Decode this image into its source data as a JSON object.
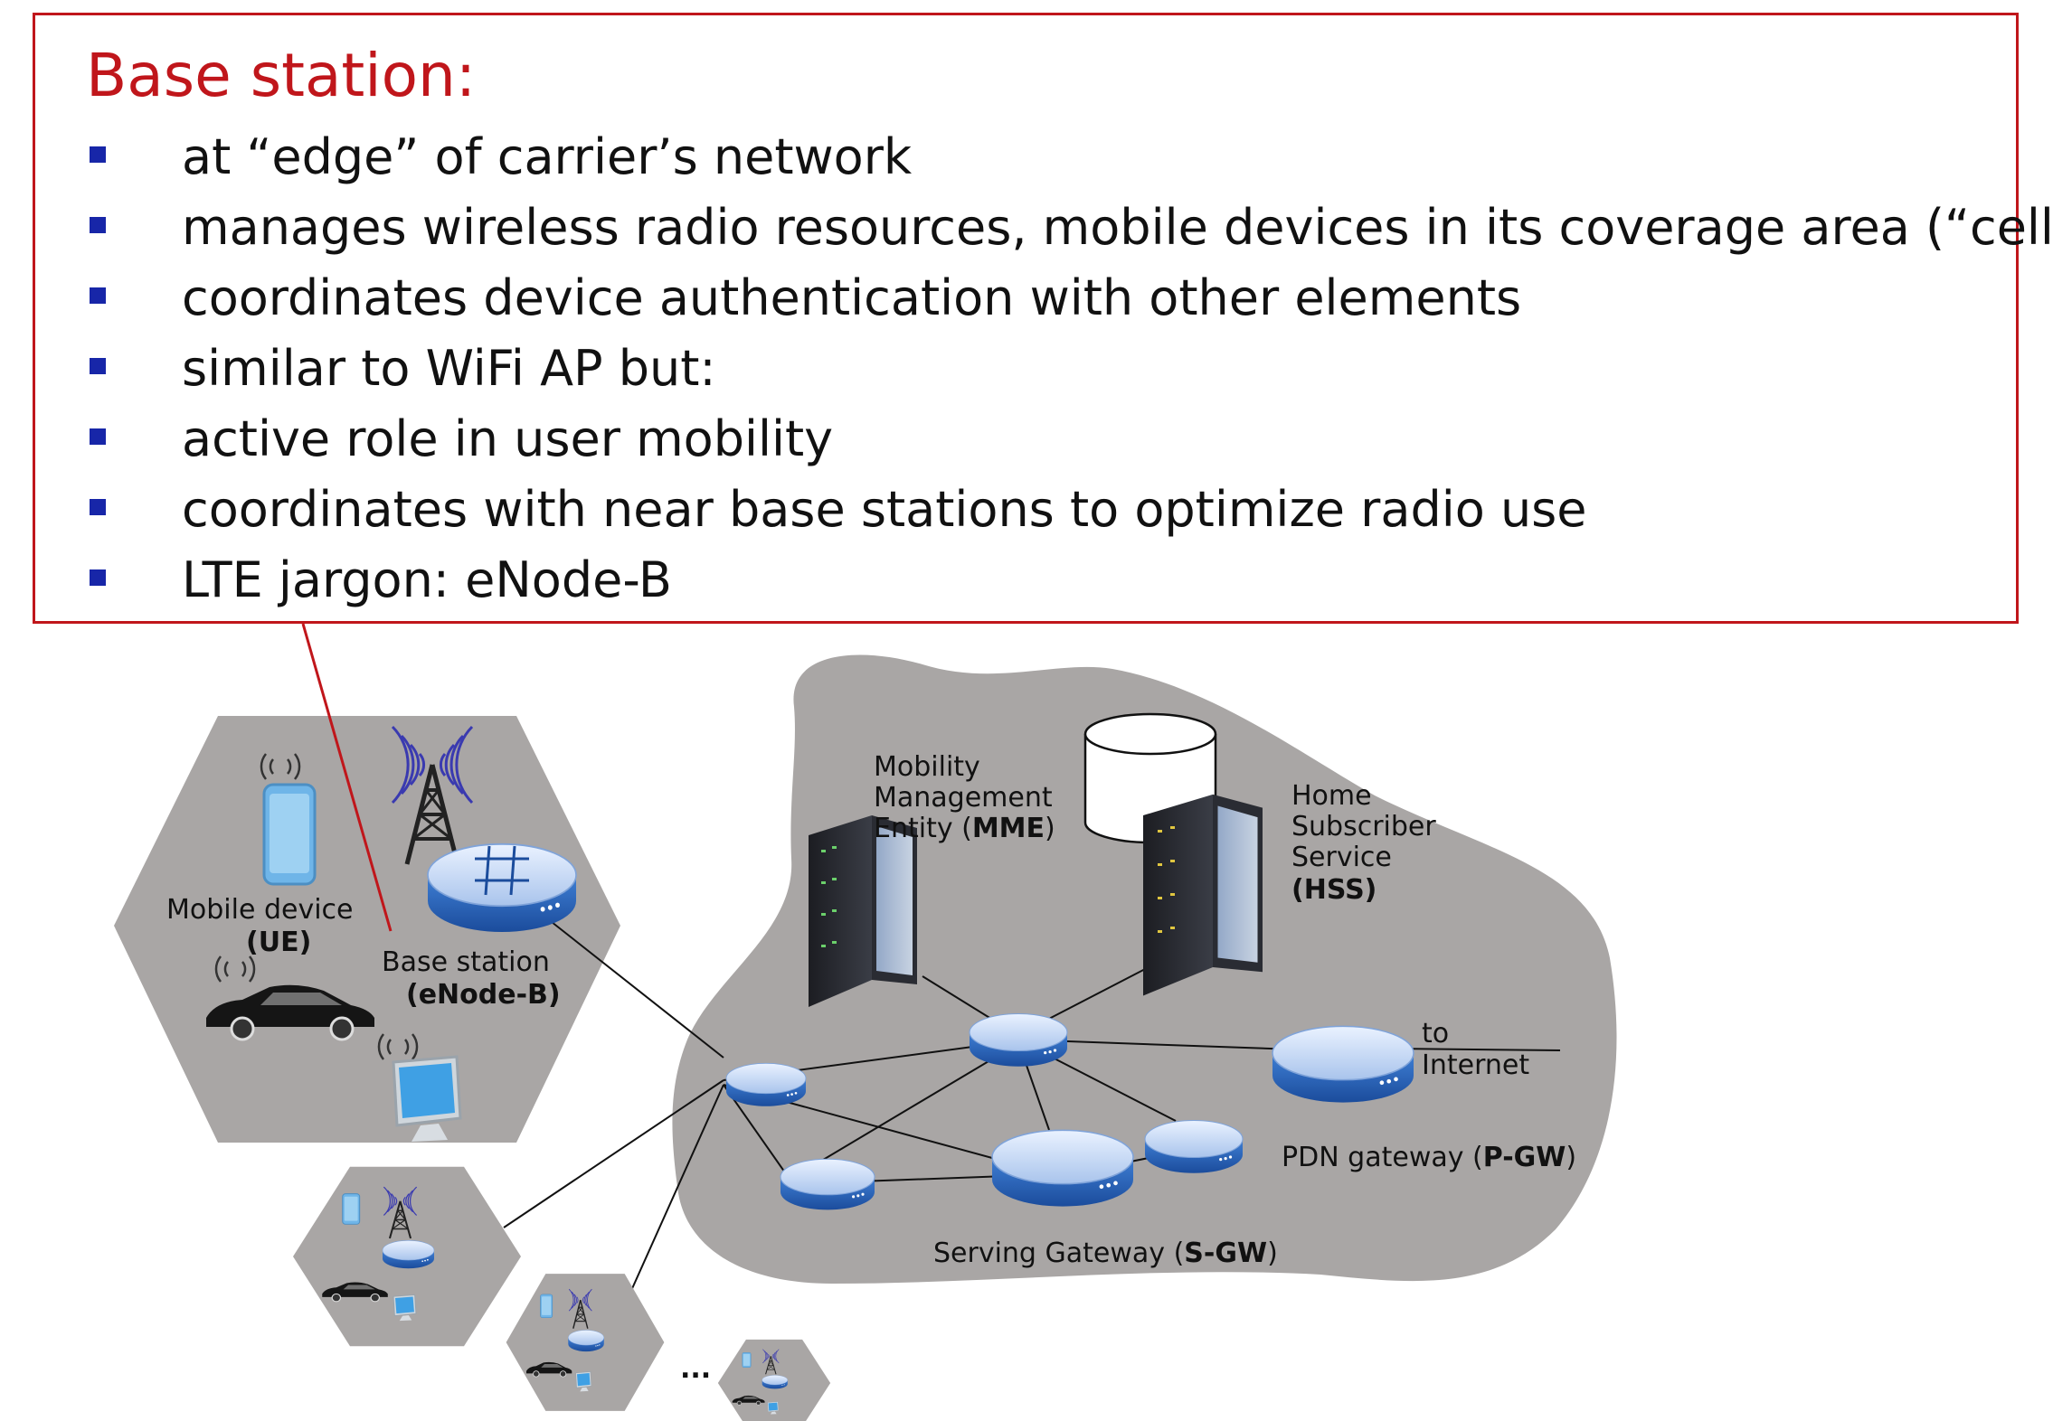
{
  "callout": {
    "title": "Base station:",
    "bullets": [
      "at “edge” of carrier’s network",
      "manages wireless radio resources, mobile devices in its coverage area (“cell”)",
      "coordinates device authentication with other elements",
      "similar to WiFi AP but:",
      "active role in user mobility",
      "coordinates with near base stations to optimize radio use",
      "LTE jargon: eNode-B"
    ]
  },
  "labels": {
    "mobile_device": "Mobile device",
    "ue": "(UE)",
    "base_station": "Base station",
    "enodeb": "(eNode-B)",
    "mme_line1": "Mobility",
    "mme_line2": "Management",
    "mme_line3": "Entity (",
    "mme_abbr": "MME",
    "mme_close": ")",
    "hss_line1": "Home",
    "hss_line2": "Subscriber",
    "hss_line3": "Service",
    "hss_abbr": "(HSS)",
    "to": "to",
    "internet": "Internet",
    "pgw_prefix": "PDN gateway (",
    "pgw_abbr": "P-GW",
    "pgw_suffix": ")",
    "sgw_prefix": "Serving Gateway (",
    "sgw_abbr": "S-GW",
    "sgw_suffix": ")",
    "ellipsis": "..."
  },
  "colors": {
    "callout_border": "#c0161b",
    "title": "#c0161b",
    "bullet": "#1726a8",
    "cloud": "#a9a6a5",
    "hexagon": "#a9a6a5",
    "router": "#2e6bc2"
  },
  "icons": [
    "router-icon",
    "tower-icon",
    "smartphone-icon",
    "car-icon",
    "monitor-icon",
    "server-rack-icon",
    "database-icon"
  ]
}
